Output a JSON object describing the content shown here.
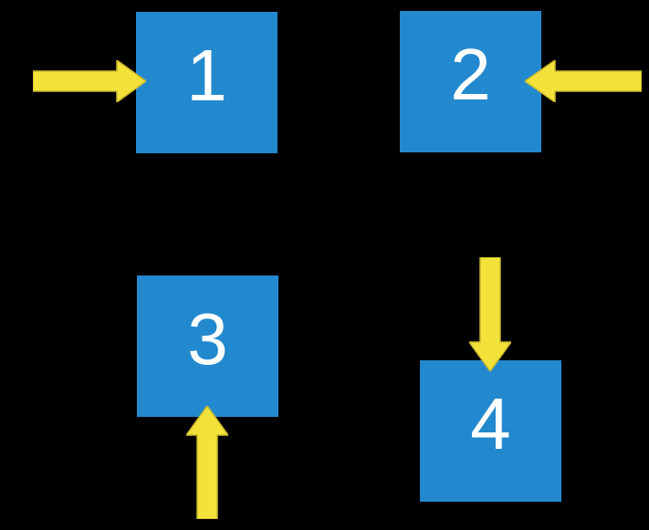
{
  "scene": {
    "description": "Four blue numbered squares on a black background, each with a yellow block arrow pointing into it",
    "background_color": "#000000",
    "square_color": "#2389CE",
    "square_label_color": "#FFFFFF",
    "arrow_fill": "#F2E23A",
    "arrow_stroke": "#C9BA2B"
  },
  "squares": [
    {
      "label": "1",
      "arrow_direction": "right (arrow enters left side)"
    },
    {
      "label": "2",
      "arrow_direction": "left (arrow enters right side)"
    },
    {
      "label": "3",
      "arrow_direction": "up (arrow enters bottom side)"
    },
    {
      "label": "4",
      "arrow_direction": "down (arrow enters top side)"
    }
  ]
}
